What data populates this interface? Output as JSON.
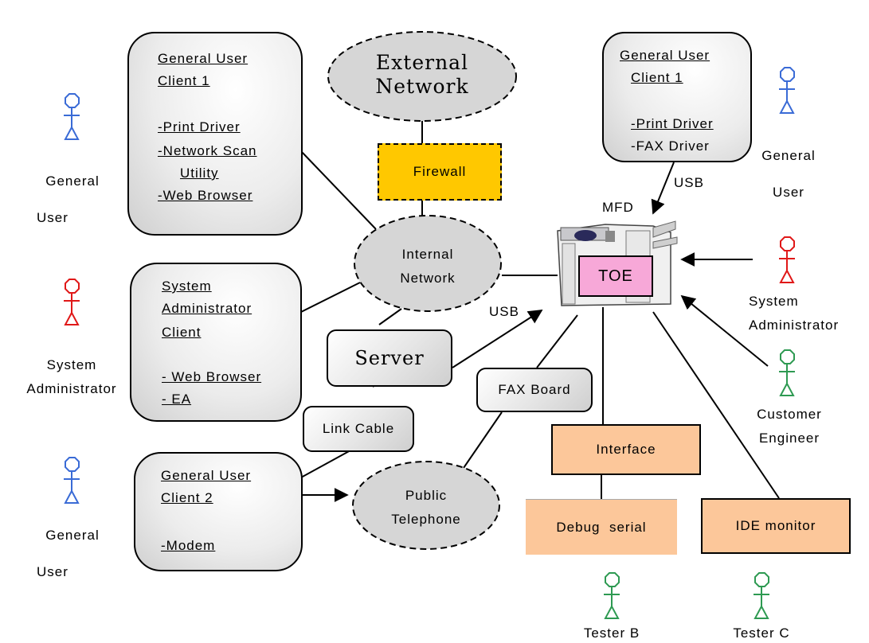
{
  "colors": {
    "general_user": "#3a6bd6",
    "system_admin": "#e01818",
    "engineer": "#2e9a52",
    "firewall_fill": "#ffc800",
    "toe_fill": "#f7a8d8",
    "orange_fill": "#fcc79a"
  },
  "clients": {
    "gu1_left": [
      "General User",
      "Client 1",
      "-Print Driver",
      "-Network Scan",
      "Utility",
      "-Web Browser"
    ],
    "sysadmin": [
      "System",
      "Administrator",
      "Client",
      "- Web Browser",
      "- EA"
    ],
    "gu2": [
      "General User",
      "Client 2",
      "-Modem"
    ],
    "gu1_right": [
      "General User",
      "Client 1",
      "-Print Driver",
      "-FAX Driver"
    ]
  },
  "clouds": {
    "external": [
      "External",
      "Network"
    ],
    "internal": [
      "Internal",
      "Network"
    ],
    "telephone": [
      "Public",
      "Telephone"
    ]
  },
  "boxes": {
    "firewall": "Firewall",
    "server": "Server",
    "link_cable": "Link Cable",
    "fax_board": "FAX Board",
    "toe": "TOE",
    "interface": "Interface",
    "debug_serial": "Debug  serial",
    "ide_monitor": "IDE monitor"
  },
  "labels": {
    "mfd": "MFD",
    "usb_top": "USB",
    "usb_mid": "USB"
  },
  "actors": {
    "general_user_left_top": [
      "General",
      "User"
    ],
    "system_admin_left": [
      "System",
      "Administrator"
    ],
    "general_user_left_bottom": [
      "General",
      "User"
    ],
    "general_user_right": [
      "General",
      "User"
    ],
    "system_admin_right": [
      "System",
      "Administrator"
    ],
    "customer_engineer": [
      "Customer",
      "Engineer"
    ],
    "tester_b": "Tester B",
    "tester_c": "Tester C"
  }
}
